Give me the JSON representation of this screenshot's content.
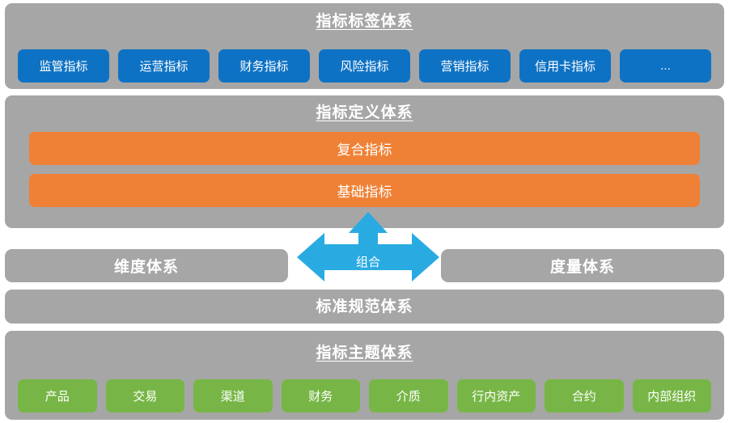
{
  "diagram": {
    "tag_system": {
      "title": "指标标签体系",
      "chips": [
        {
          "label": "监管指标"
        },
        {
          "label": "运营指标"
        },
        {
          "label": "财务指标"
        },
        {
          "label": "风险指标"
        },
        {
          "label": "营销指标"
        },
        {
          "label": "信用卡指标"
        },
        {
          "label": "..."
        }
      ]
    },
    "definition_system": {
      "title": "指标定义体系",
      "bars": [
        {
          "label": "复合指标"
        },
        {
          "label": "基础指标"
        }
      ]
    },
    "middle_row": {
      "left_label": "维度体系",
      "right_label": "度量体系",
      "arrow_label": "组合"
    },
    "standard_system": {
      "title": "标准规范体系"
    },
    "subject_system": {
      "title": "指标主题体系",
      "chips": [
        {
          "label": "产品"
        },
        {
          "label": "交易"
        },
        {
          "label": "渠道"
        },
        {
          "label": "财务"
        },
        {
          "label": "介质"
        },
        {
          "label": "行内资产"
        },
        {
          "label": "合约"
        },
        {
          "label": "内部组织"
        }
      ]
    }
  },
  "colors": {
    "panel_gray": "#a6a6a6",
    "chip_blue": "#0e72c4",
    "chip_green": "#77b646",
    "bar_orange": "#ef8136",
    "arrow_cyan": "#29abe2",
    "text_white": "#ffffff"
  }
}
